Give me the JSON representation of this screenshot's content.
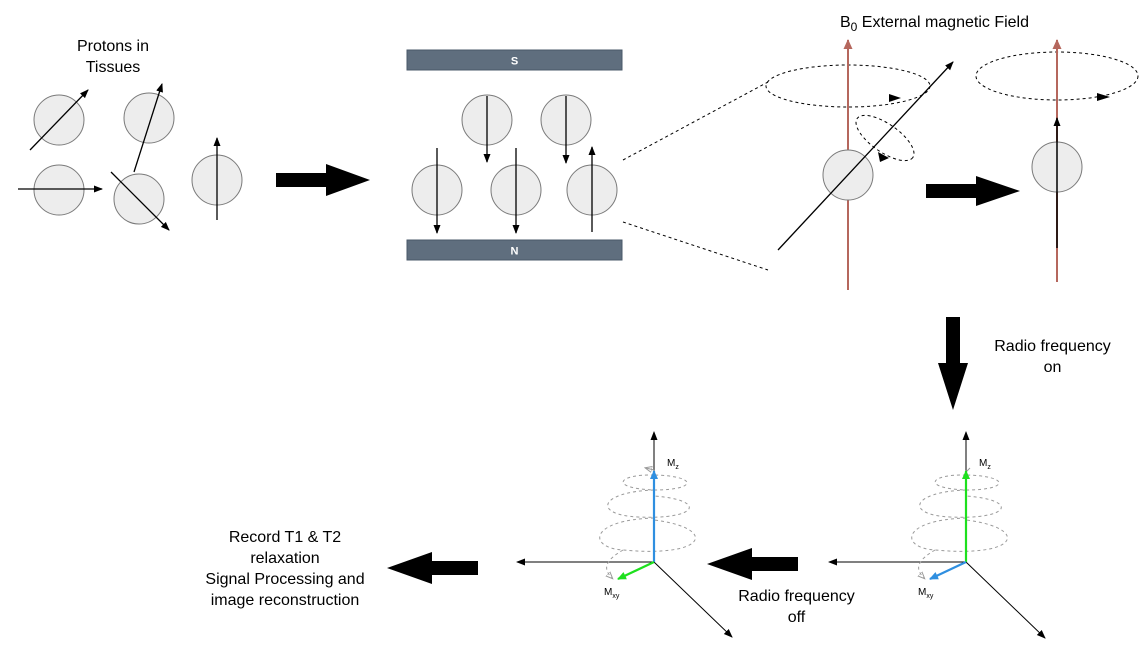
{
  "labels": {
    "protons": [
      "Protons in",
      "Tissues"
    ],
    "magnet_south": "S",
    "magnet_north": "N",
    "b0_symbol": "B",
    "b0_subscript": "0",
    "b0_rest": " External magnetic Field",
    "rf_on": [
      "Radio frequency",
      "on"
    ],
    "rf_off": [
      "Radio frequency",
      "off"
    ],
    "record": [
      "Record T1 & T2",
      "relaxation",
      "Signal Processing and",
      "image reconstruction"
    ],
    "mz_main": "M",
    "mz_sub": "z",
    "mxy_main": "M",
    "mxy_sub": "xy"
  },
  "colors": {
    "proton_fill": "#ededed",
    "proton_stroke": "#7a7a7a",
    "magnet": "#5f6e7e",
    "b0_arrow": "#b5675d",
    "mz_blue": "#2f8fe0",
    "mxy_green": "#1ee01e",
    "precession": "#9a9a9a"
  }
}
